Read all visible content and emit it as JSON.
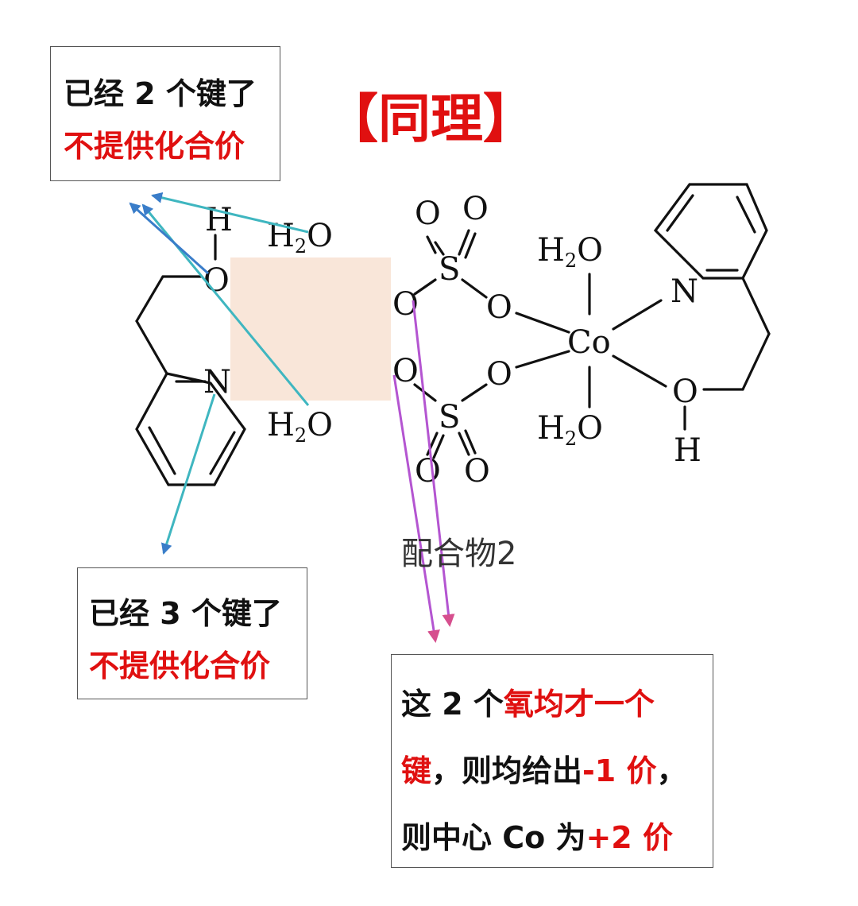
{
  "title": "【同理】",
  "callouts": {
    "top_left": {
      "line1": "已经 2 个键了",
      "line2": "不提供化合价"
    },
    "bottom_left": {
      "line1": "已经 3 个键了",
      "line2": "不提供化合价"
    },
    "bottom_right": {
      "line1_a": "这 2 个",
      "line1_b": "氧均才一个",
      "line2_a": "键",
      "line2_b": "，则均给出",
      "line2_c": "-1 价",
      "line2_d": "，",
      "line3_a": "则中心 Co 为",
      "line3_b": "+2 价"
    }
  },
  "molecule": {
    "atoms": {
      "H": "H",
      "O": "O",
      "N": "N",
      "S": "S",
      "Co": "Co",
      "H2O_H": "H",
      "H2O_sub": "2",
      "H2O_O": "O"
    },
    "label": "配合物2"
  },
  "colors": {
    "red_text": "#e01010",
    "teal_arrow": "#3fb6c0",
    "blue_arrow": "#3a7dc9",
    "purple_arrow": "#b455d1",
    "pink_arrow": "#d64f8e",
    "patch_fill": "#f9e6d9"
  }
}
